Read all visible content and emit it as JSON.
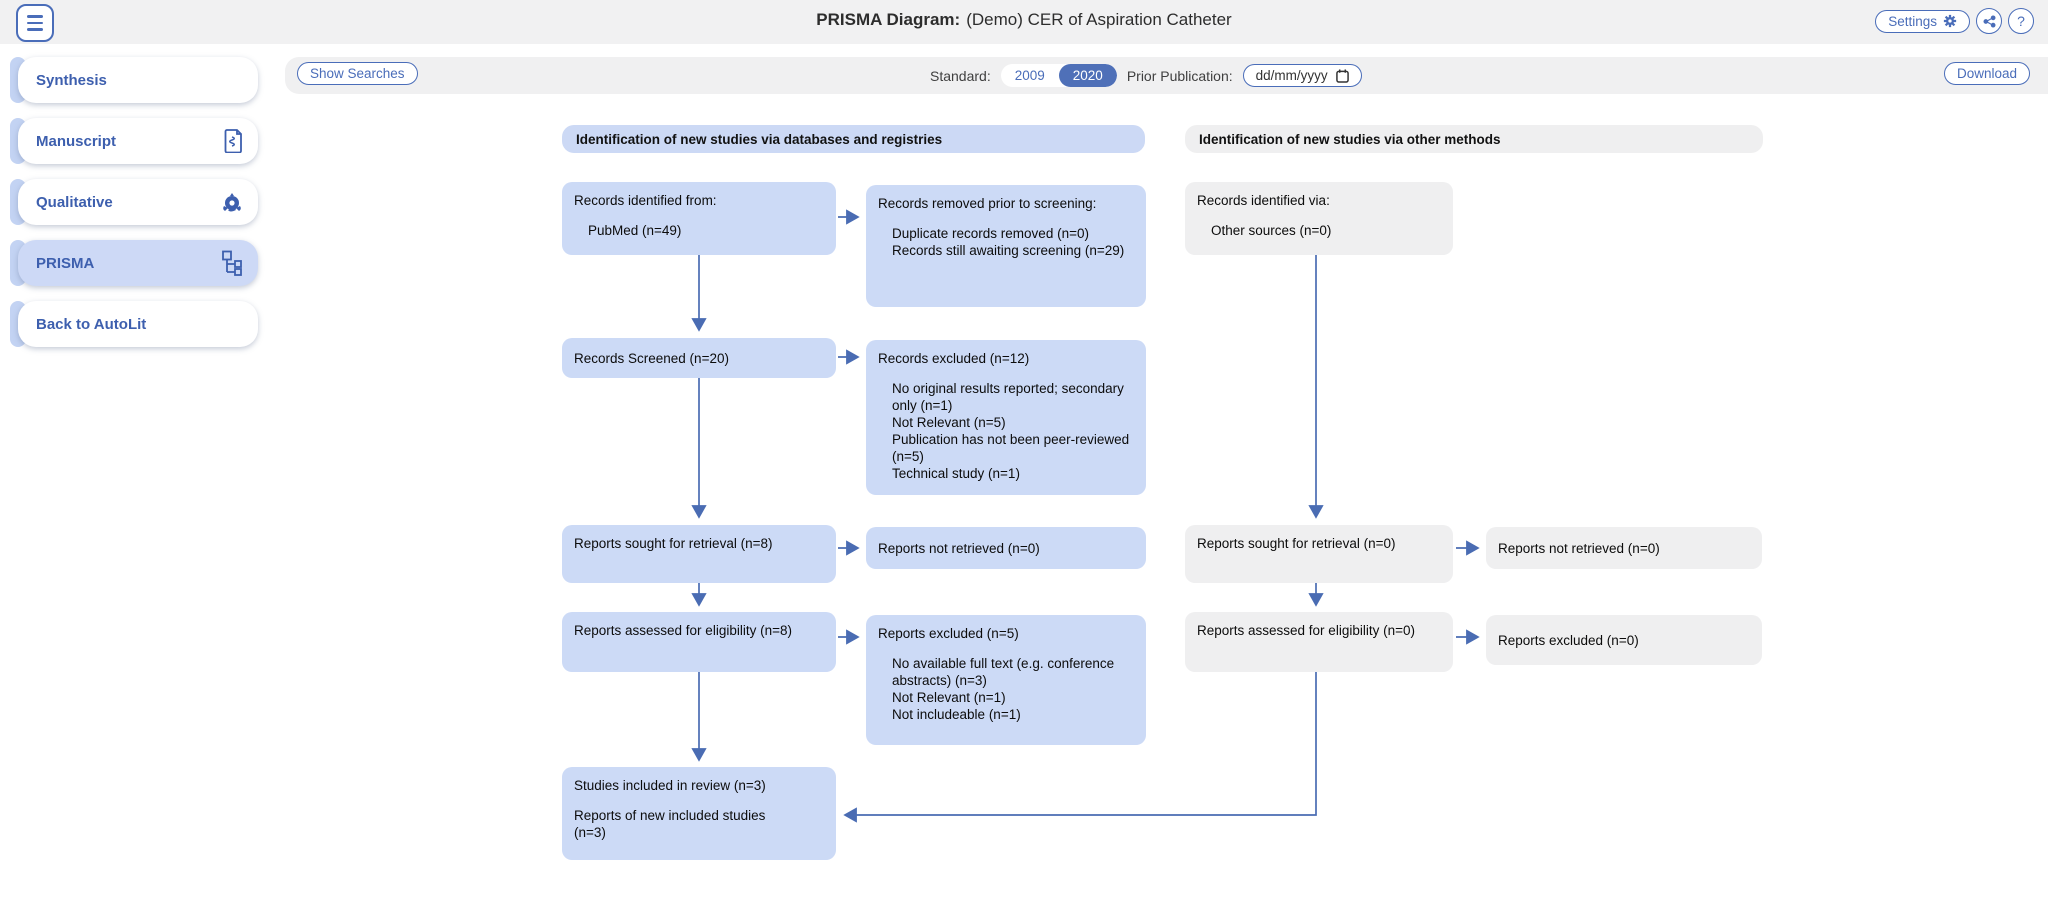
{
  "header": {
    "title_bold": "PRISMA Diagram:",
    "title_rest": "(Demo) CER of Aspiration Catheter",
    "settings_label": "Settings",
    "help_label": "?",
    "icons": [
      "menu-icon",
      "gear-icon",
      "share-icon",
      "question-icon"
    ]
  },
  "toolbar": {
    "show_searches_label": "Show Searches",
    "standard_label": "Standard:",
    "standard_options": [
      "2009",
      "2020"
    ],
    "standard_selected": "2020",
    "prior_publication_label": "Prior Publication:",
    "date_placeholder": "dd/mm/yyyy",
    "download_label": "Download"
  },
  "sidebar": {
    "items": [
      {
        "label": "Synthesis",
        "icon": "none",
        "selected": false
      },
      {
        "label": "Manuscript",
        "icon": "manuscript-icon",
        "selected": false
      },
      {
        "label": "Qualitative",
        "icon": "qualitative-icon",
        "selected": false
      },
      {
        "label": "PRISMA",
        "icon": "prisma-flow-icon",
        "selected": true
      },
      {
        "label": "Back to AutoLit",
        "icon": "none",
        "selected": false
      }
    ]
  },
  "diagram": {
    "columns": [
      {
        "header": "Identification of new studies via databases and registries"
      },
      {
        "header": "Identification of new studies via other methods"
      }
    ],
    "boxes": {
      "identified_db": {
        "title": "Records identified from:",
        "items": [
          "PubMed (n=49)"
        ]
      },
      "removed_prior": {
        "title": "Records removed prior to screening:",
        "items": [
          "Duplicate records removed (n=0)",
          "Records still awaiting screening (n=29)"
        ]
      },
      "screened": {
        "title": "Records Screened (n=20)"
      },
      "records_excluded": {
        "title": "Records excluded (n=12)",
        "items": [
          "No original results reported; secondary only (n=1)",
          "Not Relevant (n=5)",
          "Publication has not been peer-reviewed (n=5)",
          "Technical study (n=1)"
        ]
      },
      "sought_db": {
        "title": "Reports sought for retrieval (n=8)"
      },
      "not_retrieved_db": {
        "title": "Reports not retrieved (n=0)"
      },
      "assessed_db": {
        "title": "Reports assessed for eligibility (n=8)"
      },
      "reports_excluded_db": {
        "title": "Reports excluded (n=5)",
        "items": [
          "No available full text (e.g. conference abstracts) (n=3)",
          "Not Relevant (n=1)",
          "Not includeable (n=1)"
        ]
      },
      "included": {
        "lines": [
          "Studies included in review (n=3)",
          "Reports of new included studies (n=3)"
        ]
      },
      "identified_other": {
        "title": "Records identified via:",
        "items": [
          "Other sources (n=0)"
        ]
      },
      "sought_other": {
        "title": "Reports sought for retrieval (n=0)"
      },
      "not_retrieved_other": {
        "title": "Reports not retrieved (n=0)"
      },
      "assessed_other": {
        "title": "Reports assessed for eligibility (n=0)"
      },
      "reports_excluded_other": {
        "title": "Reports excluded (n=0)"
      }
    }
  },
  "colors": {
    "accent_blue": "#4a6db9",
    "box_blue": "#ccdaf6",
    "box_gray": "#efeff0",
    "arrow": "#4a6cb3",
    "selected_toggle": "#4f70b8",
    "sidebar_text": "#3d5fae"
  }
}
